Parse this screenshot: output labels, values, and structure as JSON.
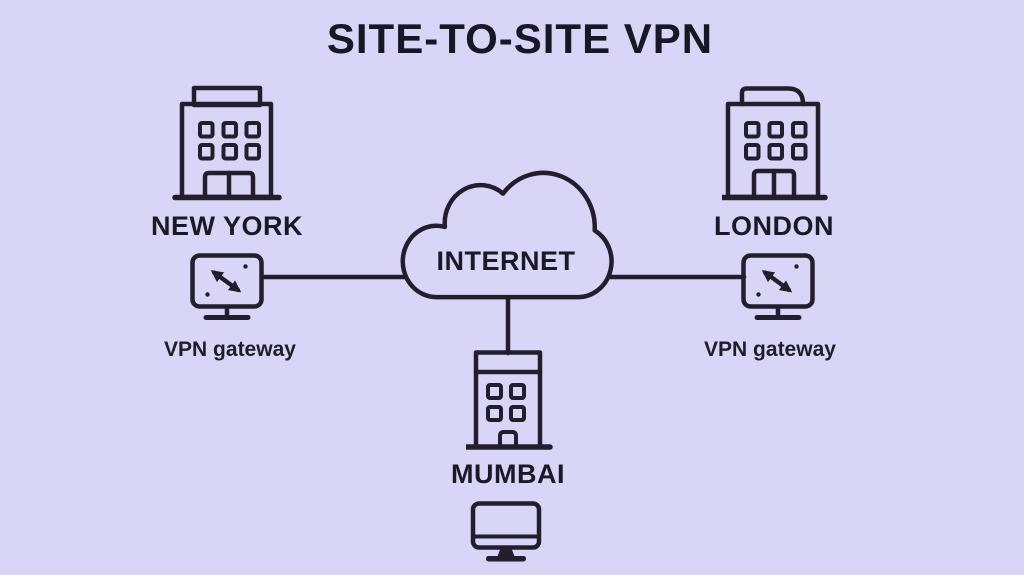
{
  "title": "SITE-TO-SITE VPN",
  "cloud": {
    "label": "INTERNET"
  },
  "sites": {
    "new_york": {
      "name": "NEW YORK",
      "gateway_label": "VPN gateway"
    },
    "london": {
      "name": "LONDON",
      "gateway_label": "VPN gateway"
    },
    "mumbai": {
      "name": "MUMBAI"
    }
  },
  "icons": {
    "new_york": "office-building-icon",
    "london": "office-building-icon",
    "mumbai": "office-building-icon",
    "gateways": "vpn-gateway-monitor-icon",
    "internet": "cloud-icon",
    "mumbai_client": "desktop-monitor-icon"
  },
  "colors": {
    "background": "#d9d5f7",
    "line": "#221e2b",
    "text": "#1c1926"
  }
}
